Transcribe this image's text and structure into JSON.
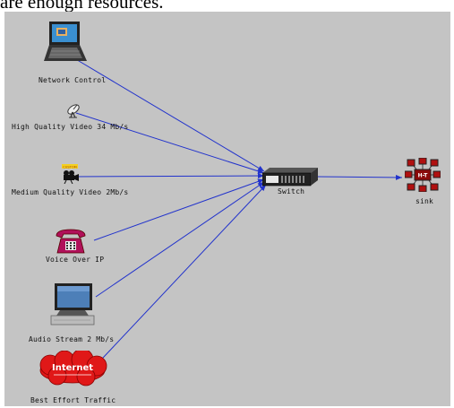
{
  "caption": "are enough resources.",
  "nodes": {
    "network_control": {
      "label": "Network Control",
      "icon": "laptop-icon"
    },
    "high_quality_video": {
      "label": "High Quality Video 34 Mb/s",
      "icon": "satellite-dish-icon"
    },
    "medium_quality_video": {
      "label": "Medium Quality Video 2Mb/s",
      "icon": "video-camera-icon",
      "badge": "CUSTOM"
    },
    "voice_over_ip": {
      "label": "Voice Over IP",
      "icon": "telephone-icon"
    },
    "audio_stream": {
      "label": "Audio Stream 2 Mb/s",
      "icon": "monitor-icon"
    },
    "best_effort": {
      "label": "Best Effort Traffic",
      "icon": "internet-cloud-icon",
      "cloud_text": "Internet"
    },
    "switch": {
      "label": "Switch",
      "icon": "switch-icon"
    },
    "sink": {
      "label": "sink",
      "icon": "sink-icon",
      "badge": "H-T"
    }
  },
  "colors": {
    "canvas": "#c4c4c4",
    "link": "#2233cc",
    "phone": "#b0105a",
    "cloud": "#e01818"
  }
}
